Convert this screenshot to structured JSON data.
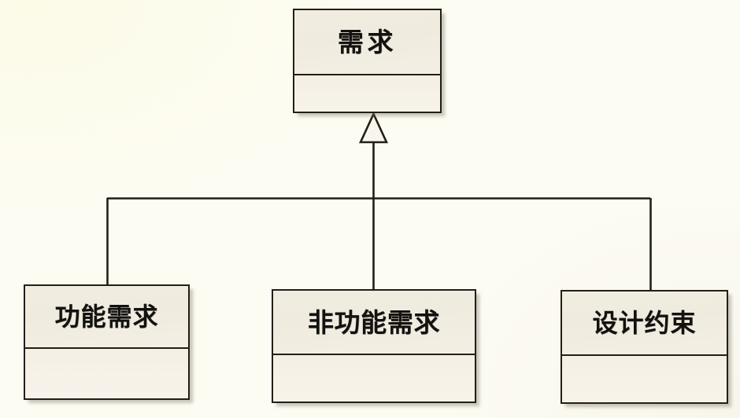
{
  "diagram": {
    "kind": "uml-class-diagram",
    "relationship": "generalization",
    "background_color": "#fdfcf2",
    "box_fill_color": "#f0ece0",
    "box_border_color": "#231f17",
    "line_color": "#231f17",
    "shadow_color": "#787468",
    "parent": {
      "name": "需求",
      "attributes": []
    },
    "children": [
      {
        "name": "功能需求",
        "attributes": []
      },
      {
        "name": "非功能需求",
        "attributes": []
      },
      {
        "name": "设计约束",
        "attributes": []
      }
    ]
  }
}
